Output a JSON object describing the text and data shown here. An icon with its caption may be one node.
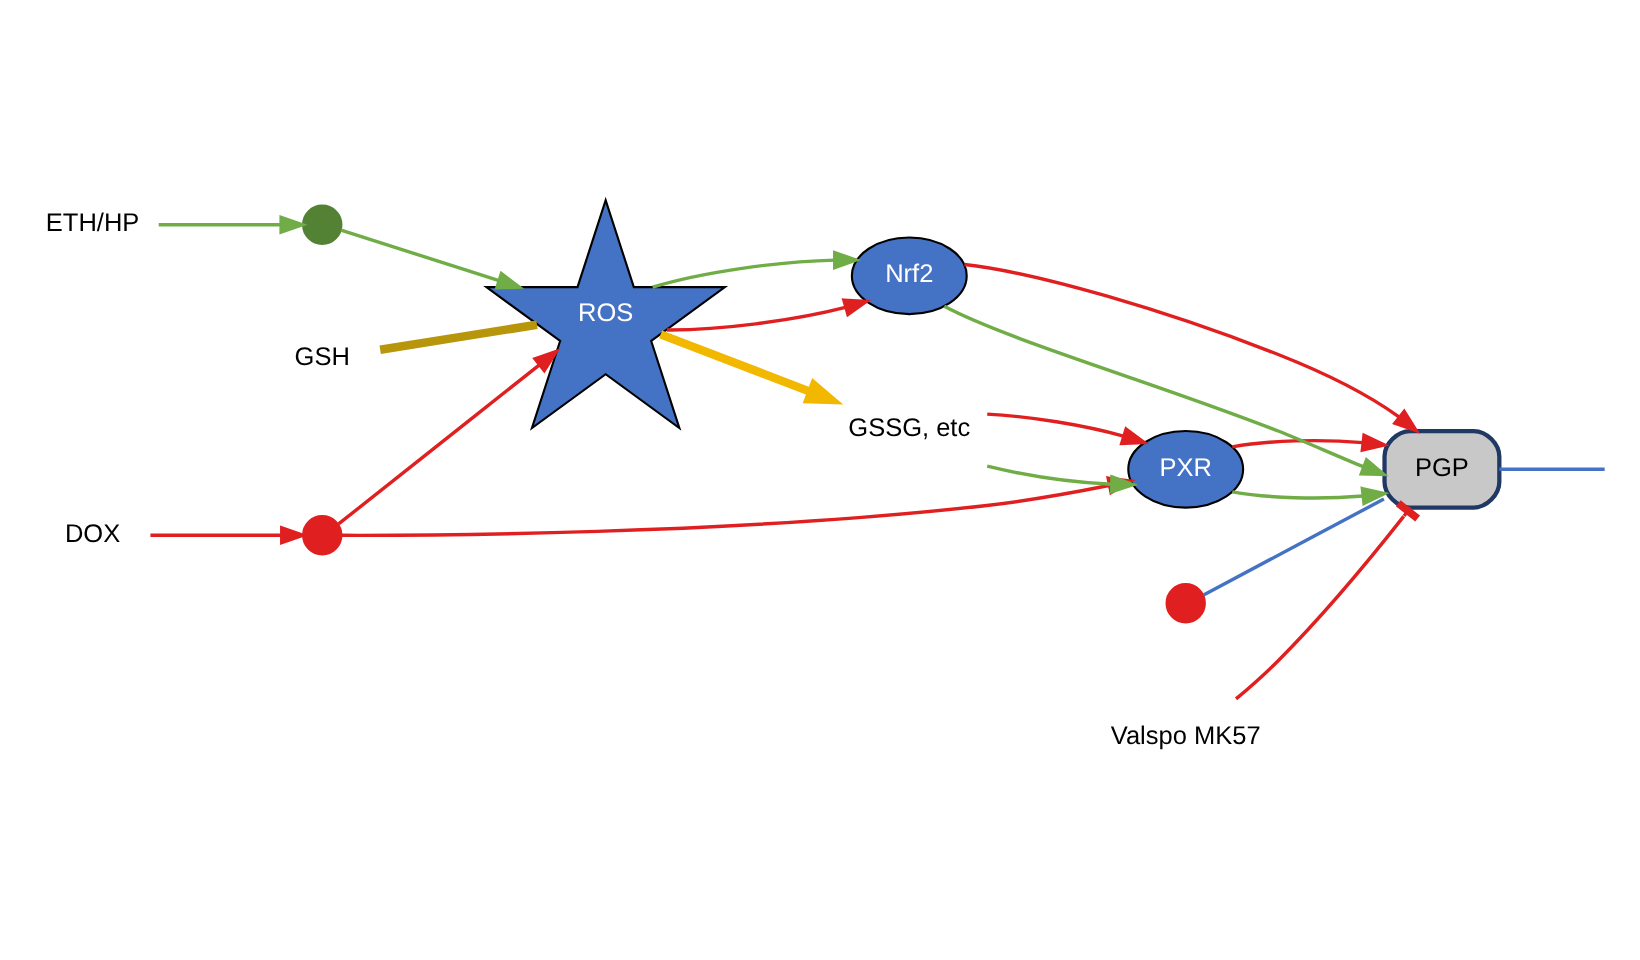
{
  "diagram": {
    "nodes": [
      {
        "text": [
          "ETH/HP"
        ]
      },
      {
        "text": [
          "DOX"
        ]
      },
      {
        "text": [],
        "shape": "circle"
      },
      {
        "text": [],
        "shape": "circle"
      },
      {
        "text": [
          "ROS"
        ]
      },
      {
        "text": [
          "PXR"
        ]
      },
      {
        "text": [
          "GSSG, etc"
        ]
      },
      {
        "text": [
          "GSH"
        ]
      },
      {
        "text": [
          "Nrf2"
        ]
      },
      {
        "text": [],
        "shape": "circle"
      },
      {
        "text": [
          "PGP"
        ]
      },
      {
        "text": [
          "Valspo MK57"
        ]
      }
    ],
    "edges": [
      {
        "from": 0,
        "to": 2,
        "arrow": "to",
        "color": "#70ad47"
      },
      {
        "from": 2,
        "to": 4,
        "arrow": "to",
        "color": "#70ad47"
      },
      {
        "from": 1,
        "to": 3,
        "arrow": "to"
      },
      {
        "from": 3,
        "to": 4,
        "arrow": "to"
      },
      {
        "from": 3,
        "to": 5,
        "arrow": "to"
      },
      {
        "from": 4,
        "to": 6,
        "arrow": "to",
        "style": "thick",
        "color": "#f2b800"
      },
      {
        "from": 7,
        "to": 4,
        "arrow": "none",
        "style": "thick",
        "color": "#b8960b"
      },
      {
        "from": 6,
        "to": 5,
        "arrow": "to",
        "color": "#70ad47"
      },
      {
        "from": 6,
        "to": 5,
        "arrow": "to"
      },
      {
        "from": 4,
        "to": 8,
        "arrow": "to"
      },
      {
        "from": 4,
        "to": 8,
        "arrow": "to",
        "color": "#70ad47"
      },
      {
        "from": 5,
        "to": 10,
        "arrow": "to",
        "color": "#70ad47"
      },
      {
        "from": 5,
        "to": 10,
        "arrow": "to"
      },
      {
        "from": 8,
        "to": 10,
        "arrow": "to",
        "color": "#70ad47"
      },
      {
        "from": 8,
        "to": 10,
        "arrow": "to"
      },
      {
        "from": 9,
        "to": 10,
        "arrow": "none",
        "color": "#4472c4"
      },
      {
        "from": 10,
        "to": null,
        "arrow": "none",
        "color": "#4472c4"
      },
      {
        "from": 11,
        "to": 10,
        "arrow": "other"
      }
    ]
  }
}
